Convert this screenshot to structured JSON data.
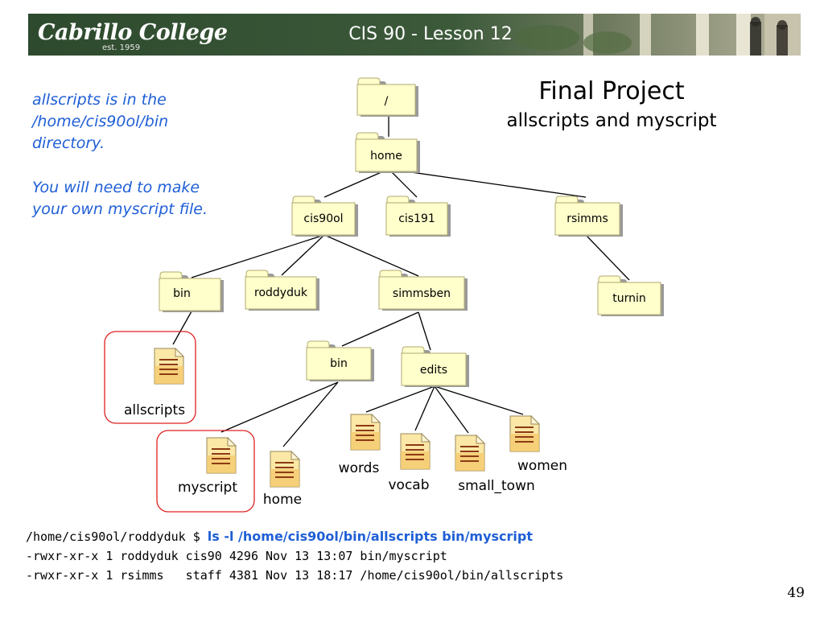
{
  "header": {
    "logo_text": "Cabrillo College",
    "logo_est": "est. 1959",
    "lesson_title": "CIS 90 - Lesson 12"
  },
  "slide": {
    "title": "Final Project",
    "subtitle": "allscripts and myscript",
    "note_1": "allscripts is in the\n/home/cis90ol/bin\ndirectory.",
    "note_2": "You will need to make\nyour own myscript file.",
    "page_number": "49"
  },
  "tree": {
    "folders": {
      "root": "/",
      "home": "home",
      "cis90ol": "cis90ol",
      "cis191": "cis191",
      "rsimms": "rsimms",
      "bin1": "bin",
      "roddyduk": "roddyduk",
      "simmsben": "simmsben",
      "turnin": "turnin",
      "bin2": "bin",
      "edits": "edits"
    },
    "files": {
      "allscripts": "allscripts",
      "myscript": "myscript",
      "home_file": "home",
      "words": "words",
      "vocab": "vocab",
      "small_town": "small_town",
      "women": "women"
    },
    "highlighted_files": [
      "allscripts",
      "myscript"
    ]
  },
  "terminal": {
    "prompt": "/home/cis90ol/roddyduk $ ",
    "command": "ls -l /home/cis90ol/bin/allscripts bin/myscript",
    "output_1": "-rwxr-xr-x 1 roddyduk cis90 4296 Nov 13 13:07 bin/myscript",
    "output_2": "-rwxr-xr-x 1 rsimms   staff 4381 Nov 13 18:17 /home/cis90ol/bin/allscripts"
  },
  "colors": {
    "folder_fill": "#ffffcc",
    "folder_shadow": "#9a9a9a",
    "note_text": "#1f5fd6",
    "highlight_box": "#e02020",
    "file_fill": "#fbe7a6",
    "file_lines": "#8b3a14"
  }
}
